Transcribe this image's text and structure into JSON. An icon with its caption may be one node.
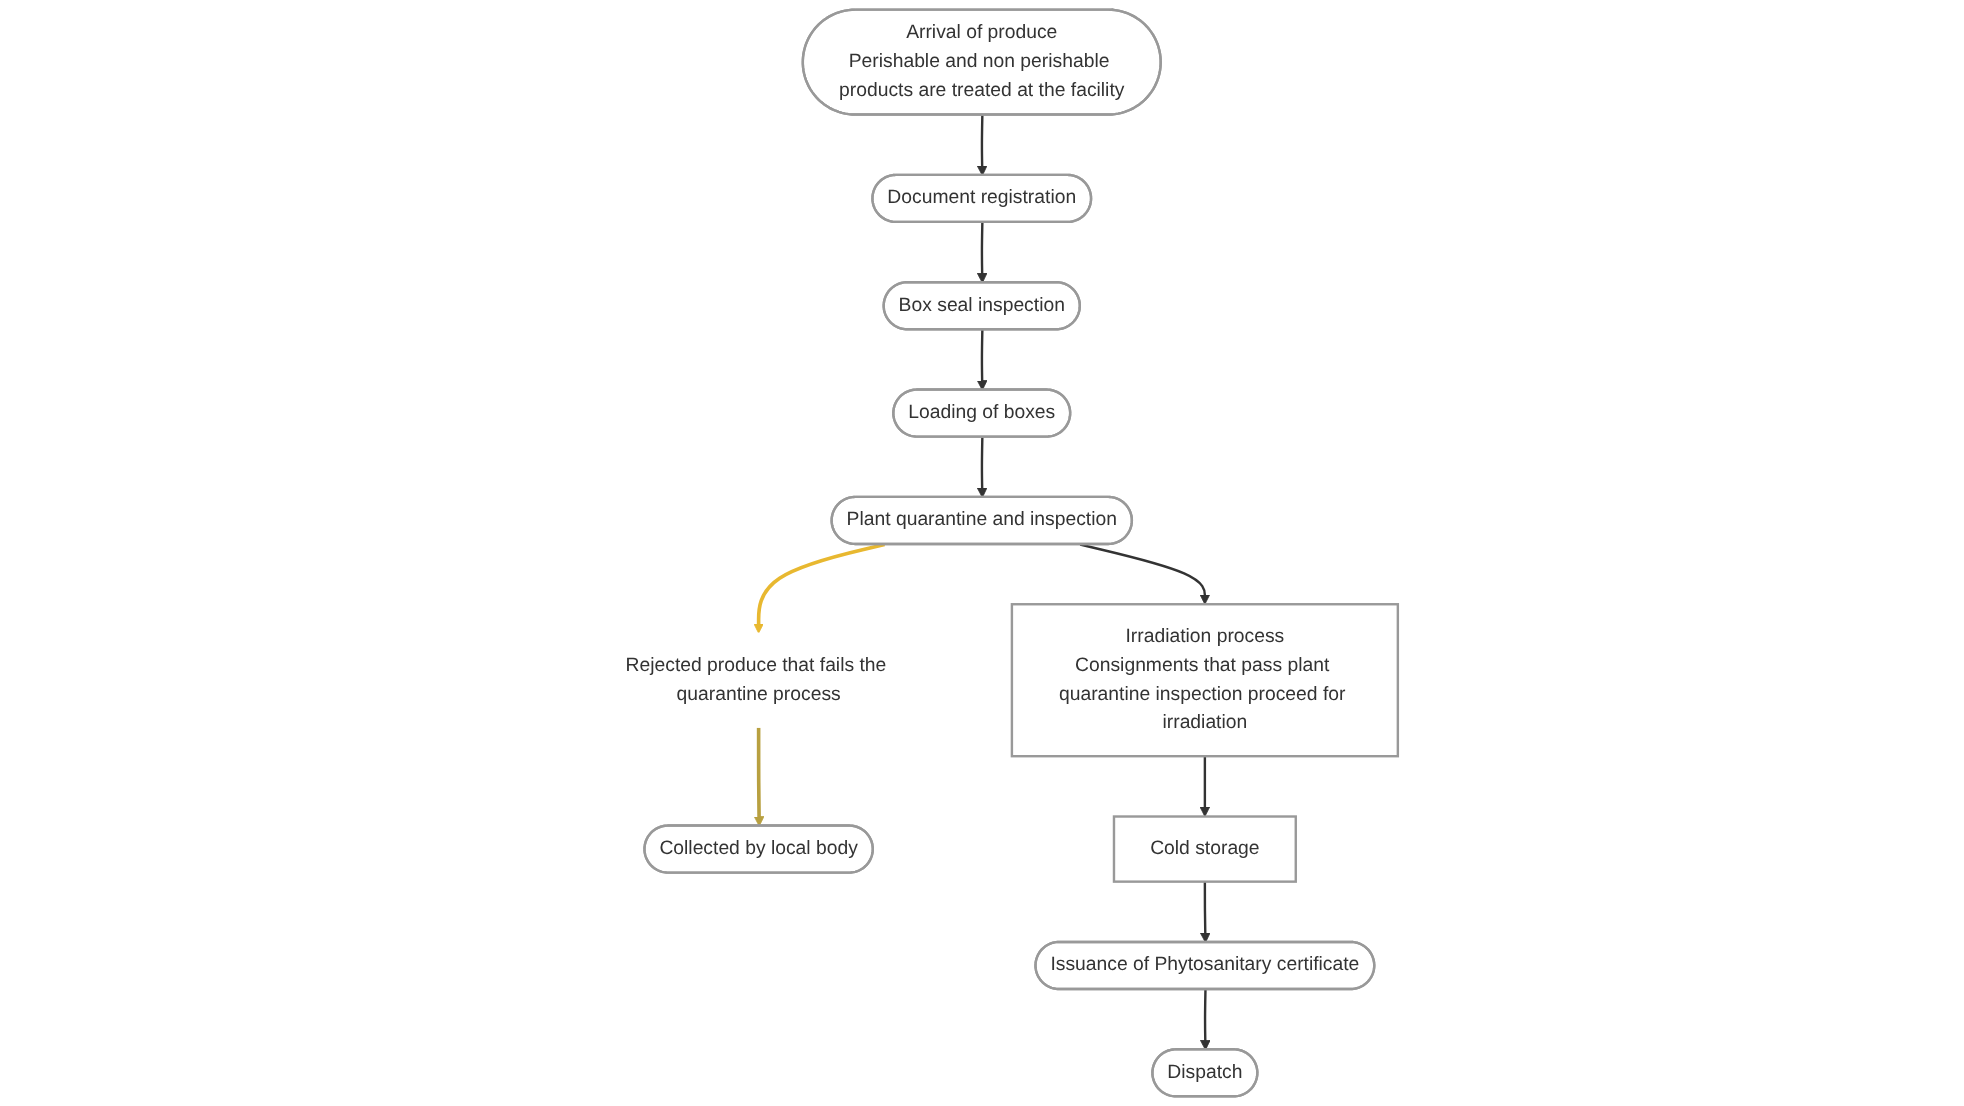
{
  "diagram": {
    "nodes": [
      {
        "text": [
          "Arrival of produce",
          "Perishable and non perishable products are treated at the facility"
        ]
      },
      {
        "text": [
          "Document registration"
        ]
      },
      {
        "text": [
          "Box seal inspection"
        ]
      },
      {
        "text": [
          "Loading of boxes"
        ]
      },
      {
        "text": [
          "Plant quarantine and inspection"
        ]
      },
      {
        "text": [
          "Rejected produce that fails the quarantine process"
        ]
      },
      {
        "text": [
          "Collected by local body"
        ]
      },
      {
        "text": [
          "Irradiation process",
          "Consignments that pass plant quarantine inspection proceed for irradiation"
        ]
      },
      {
        "text": [
          "Cold storage"
        ]
      },
      {
        "text": [
          "Issuance of Phytosanitary certificate"
        ]
      },
      {
        "text": [
          "Dispatch"
        ]
      }
    ],
    "edges": [
      {
        "from": 0,
        "to": 1,
        "arrow": "to"
      },
      {
        "from": 1,
        "to": 2,
        "arrow": "to"
      },
      {
        "from": 2,
        "to": 3,
        "arrow": "to"
      },
      {
        "from": 3,
        "to": 4,
        "arrow": "to"
      },
      {
        "from": 4,
        "to": 5,
        "arrow": "to",
        "color": "#e8b830"
      },
      {
        "from": 5,
        "to": 6,
        "arrow": "to",
        "color": "#b8a040"
      },
      {
        "from": 4,
        "to": 7,
        "arrow": "to"
      },
      {
        "from": 7,
        "to": 8,
        "arrow": "to"
      },
      {
        "from": 8,
        "to": 9,
        "arrow": "to"
      },
      {
        "from": 9,
        "to": 10,
        "arrow": "to"
      }
    ]
  }
}
